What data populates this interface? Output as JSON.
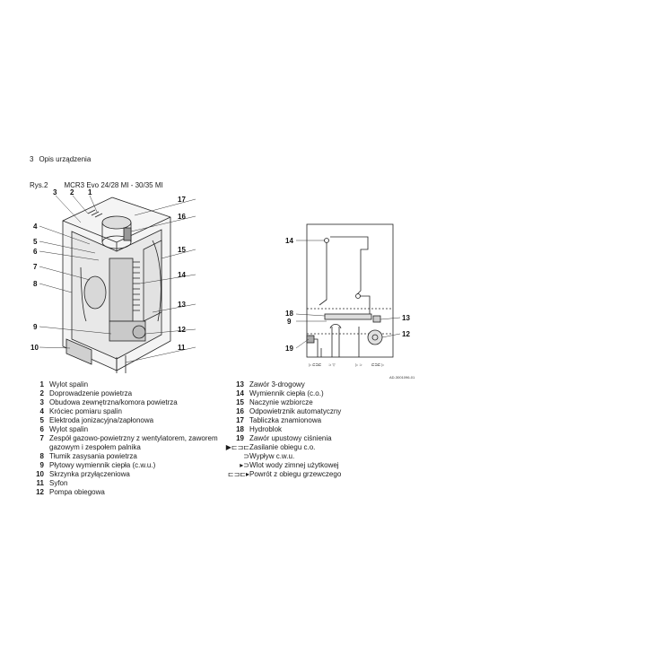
{
  "header": {
    "page_number": "3",
    "section_title": "Opis urządzenia"
  },
  "figure": {
    "label": "Rys.2",
    "caption": "MCR3 Evo 24/28 MI - 30/35 MI",
    "code": "AD-3001096-01",
    "left_callouts": [
      "3",
      "2",
      "1",
      "17",
      "16",
      "4",
      "5",
      "6",
      "15",
      "7",
      "14",
      "8",
      "13",
      "9",
      "12",
      "10",
      "11"
    ],
    "right_callouts": [
      "14",
      "18",
      "9",
      "13",
      "12",
      "19"
    ],
    "connection_labels": [
      "▷ ⊏⊐⊏",
      "⊃ ▽",
      "▷ ⊃",
      "⊏⊐⊏ ▷"
    ]
  },
  "legend_left": [
    {
      "num": "1",
      "text": "Wylot spalin"
    },
    {
      "num": "2",
      "text": "Doprowadzenie powietrza"
    },
    {
      "num": "3",
      "text": "Obudowa zewnętrzna/komora powietrza"
    },
    {
      "num": "4",
      "text": "Króciec pomiaru spalin"
    },
    {
      "num": "5",
      "text": "Elektroda jonizacyjna/zapłonowa"
    },
    {
      "num": "6",
      "text": "Wylot spalin"
    },
    {
      "num": "7",
      "text": "Zespół gazowo-powietrzny z wentylatorem, zaworem gazowym i zespołem palnika"
    },
    {
      "num": "8",
      "text": "Tłumik zasysania powietrza"
    },
    {
      "num": "9",
      "text": "Płytowy wymiennik ciepła (c.w.u.)"
    },
    {
      "num": "10",
      "text": "Skrzynka przyłączeniowa"
    },
    {
      "num": "11",
      "text": "Syfon"
    },
    {
      "num": "12",
      "text": "Pompa obiegowa"
    }
  ],
  "legend_right": [
    {
      "num": "13",
      "text": "Zawór 3-drogowy"
    },
    {
      "num": "14",
      "text": "Wymiennik ciepła (c.o.)"
    },
    {
      "num": "15",
      "text": "Naczynie wzbiorcze"
    },
    {
      "num": "16",
      "text": "Odpowietrznik automatyczny"
    },
    {
      "num": "17",
      "text": "Tabliczka znamionowa"
    },
    {
      "num": "18",
      "text": "Hydroblok"
    },
    {
      "num": "19",
      "text": "Zawór upustowy ciśnienia"
    }
  ],
  "legend_symbols": [
    {
      "symbol": "▶⊏⊐⊏",
      "text": "Zasilanie obiegu c.o."
    },
    {
      "symbol": "⊃",
      "text": "Wypływ c.w.u."
    },
    {
      "symbol": "▸⊃",
      "text": "Wlot wody zimnej użytkowej"
    },
    {
      "symbol": "⊏⊐⊏▸",
      "text": "Powrót z obiegu grzewczego"
    }
  ]
}
